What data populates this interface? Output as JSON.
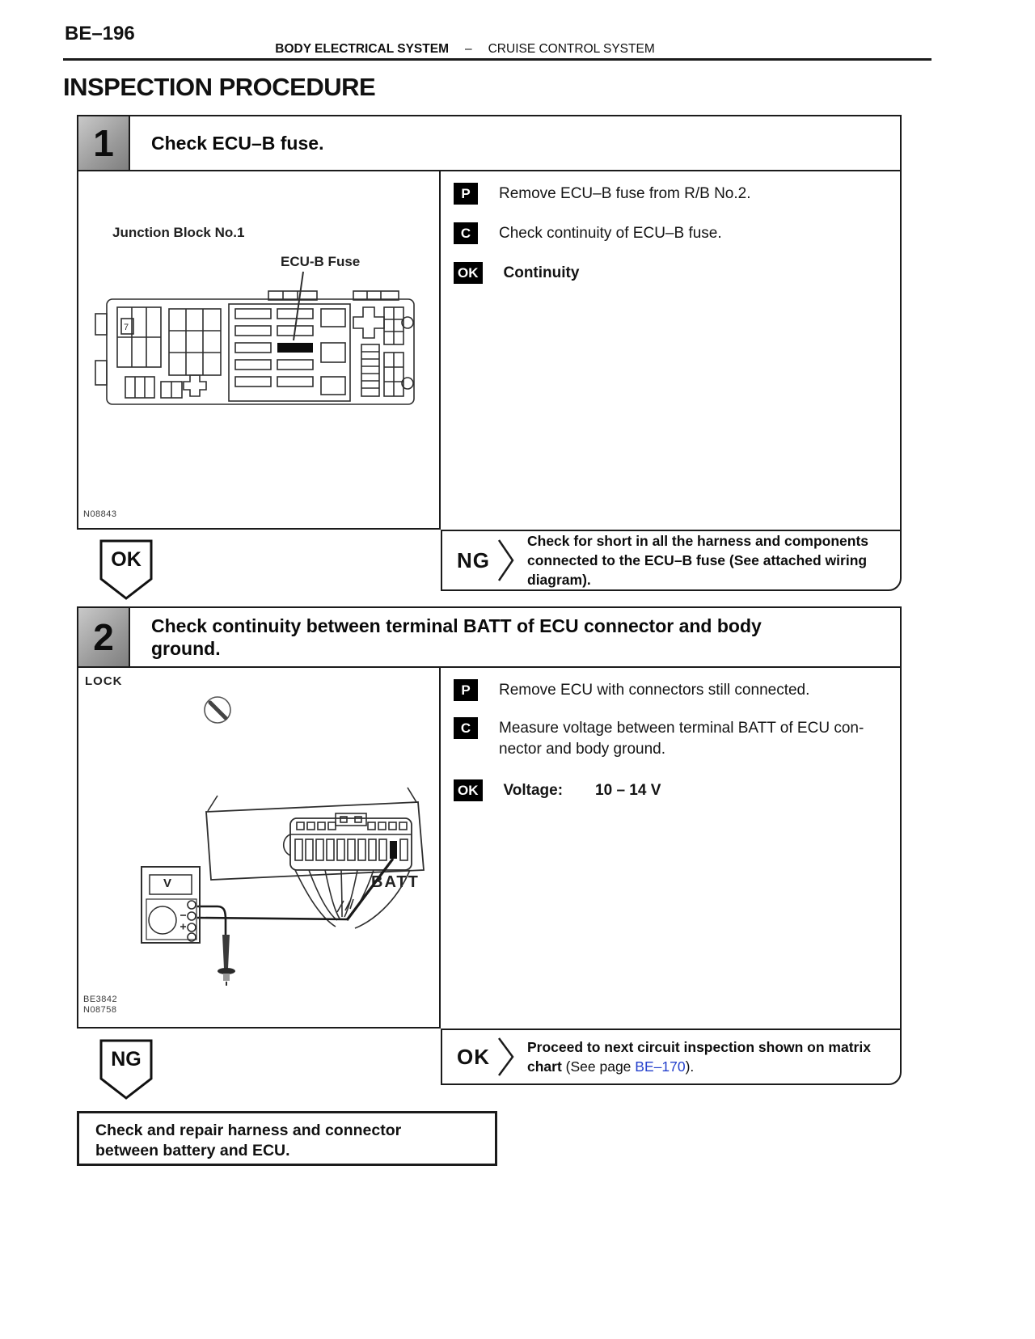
{
  "colors": {
    "link": "#2440cc",
    "step_number_bg": "#9a9a9a",
    "badge_bg": "#000000"
  },
  "page": {
    "code": "BE–196",
    "header": {
      "left": "BODY ELECTRICAL SYSTEM",
      "divider": "–",
      "right": "CRUISE CONTROL SYSTEM"
    },
    "title": "INSPECTION PROCEDURE"
  },
  "badges": {
    "prepare": "P",
    "check": "C",
    "ok": "OK"
  },
  "step1": {
    "number": "1",
    "title": "Check ECU–B fuse.",
    "figure": {
      "block_label": "Junction Block No.1",
      "fuse_label": "ECU-B Fuse",
      "cavity_label": "7",
      "code": "N08843"
    },
    "instructions": {
      "p": "Remove ECU–B fuse from R/B No.2.",
      "c": "Check continuity of ECU–B fuse.",
      "ok": "Continuity"
    },
    "result_ok": "OK",
    "ng": {
      "label": "NG",
      "lines": {
        "0": "Check for short in all the harness and components",
        "1": "connected to the ECU–B fuse (See attached wiring",
        "2": "diagram)."
      }
    }
  },
  "step2": {
    "number": "2",
    "title_lines": {
      "0": "Check continuity between terminal BATT of ECU connector and body",
      "1": "ground."
    },
    "figure": {
      "lock_label": "LOCK",
      "batt_label": "BATT",
      "meter_display": "V",
      "codes": {
        "0": "BE3842",
        "1": "N08758"
      }
    },
    "instructions": {
      "p": "Remove ECU with connectors still connected.",
      "c_lines": {
        "0": "Measure voltage between terminal BATT of ECU con-",
        "1": "nector and body ground."
      },
      "ok_label": "Voltage:",
      "ok_value": "10 – 14 V"
    },
    "result_ng": "NG",
    "ok": {
      "label": "OK",
      "line1": "Proceed to next circuit inspection shown on matrix",
      "line2_bold": "chart",
      "line2_pre": " (See page ",
      "link": "BE–170",
      "line2_post": ")."
    }
  },
  "footer_box": {
    "lines": {
      "0": "Check and repair harness and connector",
      "1": "between battery and ECU."
    }
  }
}
